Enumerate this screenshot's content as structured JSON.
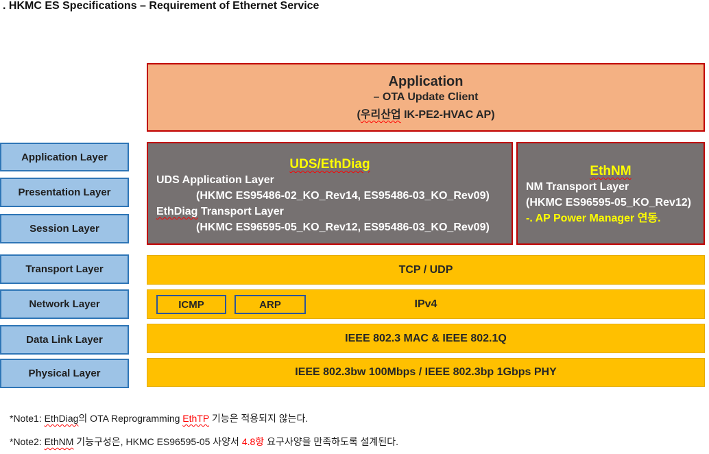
{
  "title": ". HKMC ES Specifications – Requirement of Ethernet Service",
  "osi_layers": [
    "Application Layer",
    "Presentation Layer",
    "Session Layer",
    "Transport Layer",
    "Network Layer",
    "Data Link Layer",
    "Physical Layer"
  ],
  "application": {
    "title": "Application",
    "line2": "– OTA Update Client",
    "line3_open": "(",
    "line3_korean": "우리산업",
    "line3_rest": " IK-PE2-HVAC AP)"
  },
  "uds": {
    "title": "UDS/EthDiag",
    "line1": "UDS Application Layer",
    "line2": "(HKMC ES95486-02_KO_Rev14, ES95486-03_KO_Rev09)",
    "line3_prefix": "EthDiag",
    "line3_rest": " Transport Layer",
    "line4": "(HKMC ES96595-05_KO_Rev12, ES95486-03_KO_Rev09)"
  },
  "ethnm": {
    "title": "EthNM",
    "line1": "NM Transport Layer",
    "line2": "(HKMC ES96595-05_KO_Rev12)",
    "line3": "-. AP Power Manager 연동."
  },
  "bands": {
    "transport": "TCP / UDP",
    "network": "IPv4",
    "icmp": "ICMP",
    "arp": "ARP",
    "datalink": "IEEE 802.3 MAC & IEEE 802.1Q",
    "physical": "IEEE 802.3bw 100Mbps / IEEE 802.3bp 1Gbps PHY"
  },
  "notes": {
    "note1_prefix": "*Note1: ",
    "note1_ethdiag": "EthDiag",
    "note1_mid": "의 OTA Reprogramming ",
    "note1_ethtp": "EthTP",
    "note1_rest": " 기능은 적용되지 않는다.",
    "note2_prefix": "*Note2: ",
    "note2_ethnm": "EthNM",
    "note2_mid": " 기능구성은, HKMC ES96595-05 사양서 ",
    "note2_red": "4.8항",
    "note2_rest": " 요구사양을 만족하도록 설계된다."
  },
  "colors": {
    "layer_fill": "#9dc3e6",
    "layer_border": "#2e75b6",
    "application_fill": "#f4b183",
    "gray_fill": "#767171",
    "band_fill": "#ffc000",
    "highlight_yellow": "#ffff00",
    "red": "#ff0000"
  }
}
